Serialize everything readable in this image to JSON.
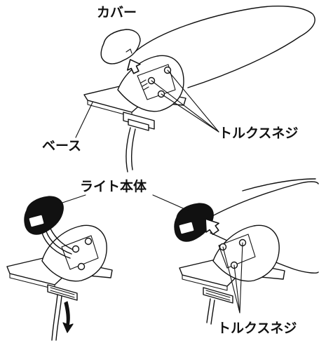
{
  "labels": {
    "cover": "カバー",
    "base": "ベース",
    "torque_screw_top": "トルクスネジ",
    "light_body": "ライト本体",
    "torque_screw_bottom": "トルクスネジ"
  },
  "colors": {
    "line": "#111111",
    "background": "#ffffff"
  }
}
